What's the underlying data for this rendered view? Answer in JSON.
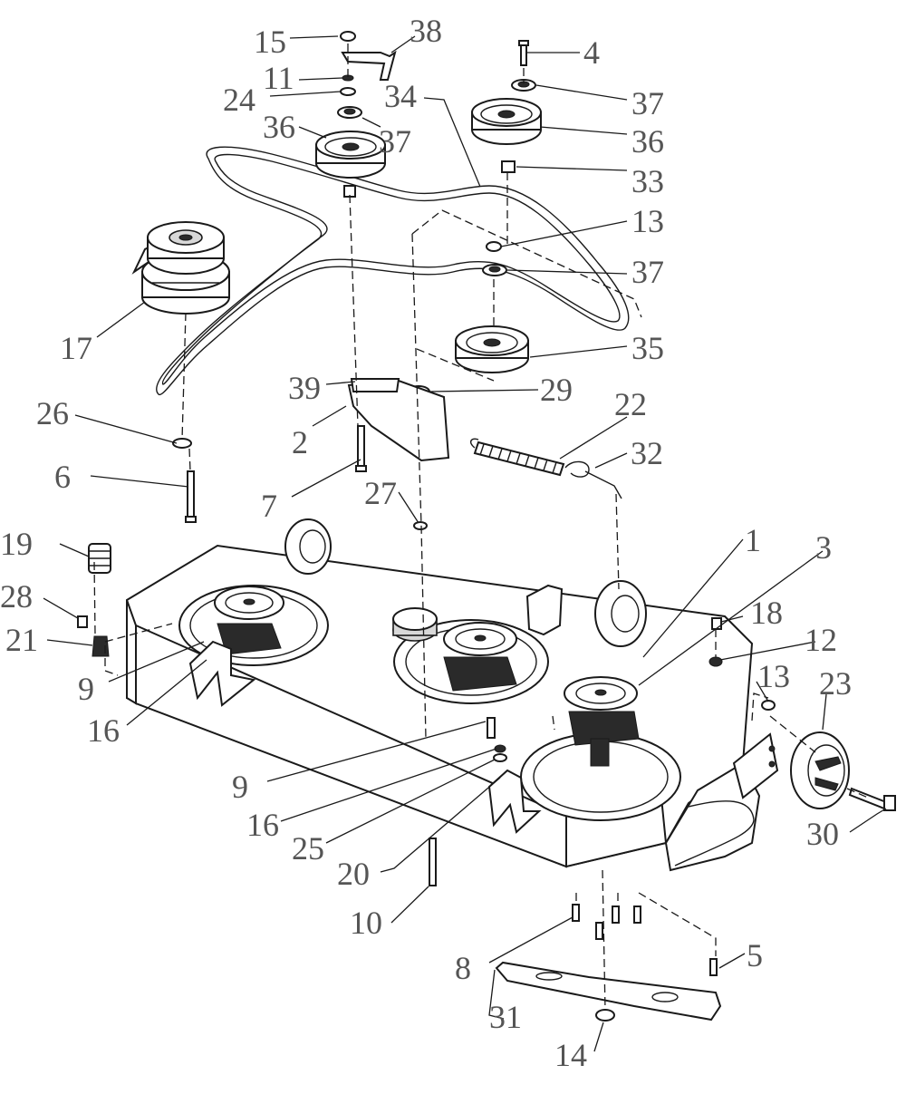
{
  "callouts": {
    "c1": "1",
    "c2": "2",
    "c3": "3",
    "c4": "4",
    "c5": "5",
    "c6": "6",
    "c7": "7",
    "c8": "8",
    "c9a": "9",
    "c9b": "9",
    "c10": "10",
    "c11": "11",
    "c12": "12",
    "c13a": "13",
    "c13b": "13",
    "c14": "14",
    "c15": "15",
    "c16a": "16",
    "c16b": "16",
    "c17": "17",
    "c18": "18",
    "c19": "19",
    "c20": "20",
    "c21": "21",
    "c22": "22",
    "c23": "23",
    "c24": "24",
    "c25": "25",
    "c26": "26",
    "c27": "27",
    "c28": "28",
    "c29": "29",
    "c30": "30",
    "c31": "31",
    "c32": "32",
    "c33": "33",
    "c34": "34",
    "c35": "35",
    "c36a": "36",
    "c36b": "36",
    "c37a": "37",
    "c37b": "37",
    "c37c": "37",
    "c38": "38",
    "c39": "39"
  },
  "colors": {
    "line": "#1a1a1a",
    "label": "#555555",
    "background": "#ffffff"
  },
  "view": "exploded-assembly"
}
